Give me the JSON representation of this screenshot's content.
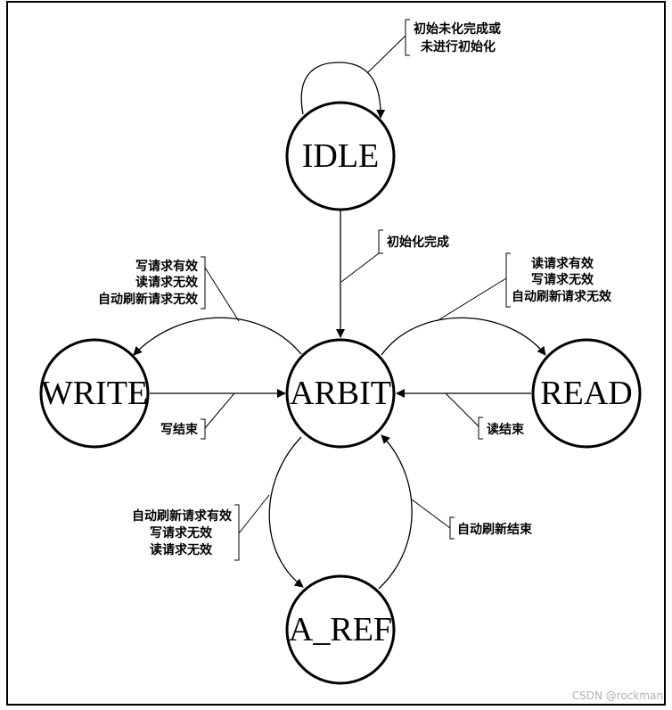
{
  "states": {
    "idle": "IDLE",
    "arbit": "ARBIT",
    "write": "WRITE",
    "read": "READ",
    "aref": "A_REF"
  },
  "annotations": {
    "idle_self_loop": [
      "初始未化完成或",
      "未进行初始化"
    ],
    "init_done": [
      "初始化完成"
    ],
    "to_write": [
      "写请求有效",
      "读请求无效",
      "自动刷新请求无效"
    ],
    "write_done": [
      "写结束"
    ],
    "to_read": [
      "读请求有效",
      "写请求无效",
      "自动刷新请求无效"
    ],
    "read_done": [
      "读结束"
    ],
    "to_aref": [
      "自动刷新请求有效",
      "写请求无效",
      "读请求无效"
    ],
    "aref_done": [
      "自动刷新结束"
    ]
  },
  "watermark": "CSDN @rockman"
}
